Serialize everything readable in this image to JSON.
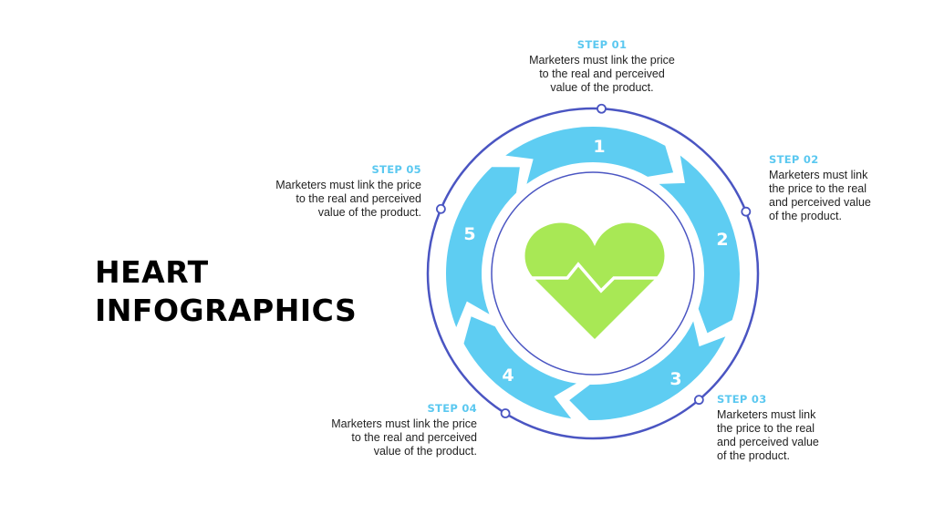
{
  "title": {
    "line1": "HEART",
    "line2": "INFOGRAPHICS"
  },
  "colors": {
    "ring_blue": "#5ecdf2",
    "outline_navy": "#4a55c2",
    "heart_green": "#a8e855",
    "step_label": "#5bc8f0",
    "title_text": "#000000",
    "body_text": "#222222"
  },
  "center_icon": "heart-pulse-icon",
  "steps": [
    {
      "number": "1",
      "label": "STEP 01",
      "description": "Marketers must link the price to the real and perceived value of the product.",
      "lines": [
        "Marketers must link the price",
        "to the real and perceived",
        "value of the product."
      ]
    },
    {
      "number": "2",
      "label": "STEP 02",
      "description": "Marketers must link the price to the real and perceived value of the product.",
      "lines": [
        "Marketers must link",
        "the price to the real",
        "and perceived value",
        "of the product."
      ]
    },
    {
      "number": "3",
      "label": "STEP 03",
      "description": "Marketers must link the price to the real and perceived value of the product.",
      "lines": [
        "Marketers must link",
        "the price to the real",
        "and perceived value",
        "of the product."
      ]
    },
    {
      "number": "4",
      "label": "STEP 04",
      "description": "Marketers must link the price to the real and perceived value of the product.",
      "lines": [
        "Marketers must link the price",
        "to the real and perceived",
        "value of the product."
      ]
    },
    {
      "number": "5",
      "label": "STEP 05",
      "description": "Marketers must link the price to the real and perceived value of the product.",
      "lines": [
        "Marketers must link the price",
        "to the real and perceived",
        "value of the product."
      ]
    }
  ]
}
